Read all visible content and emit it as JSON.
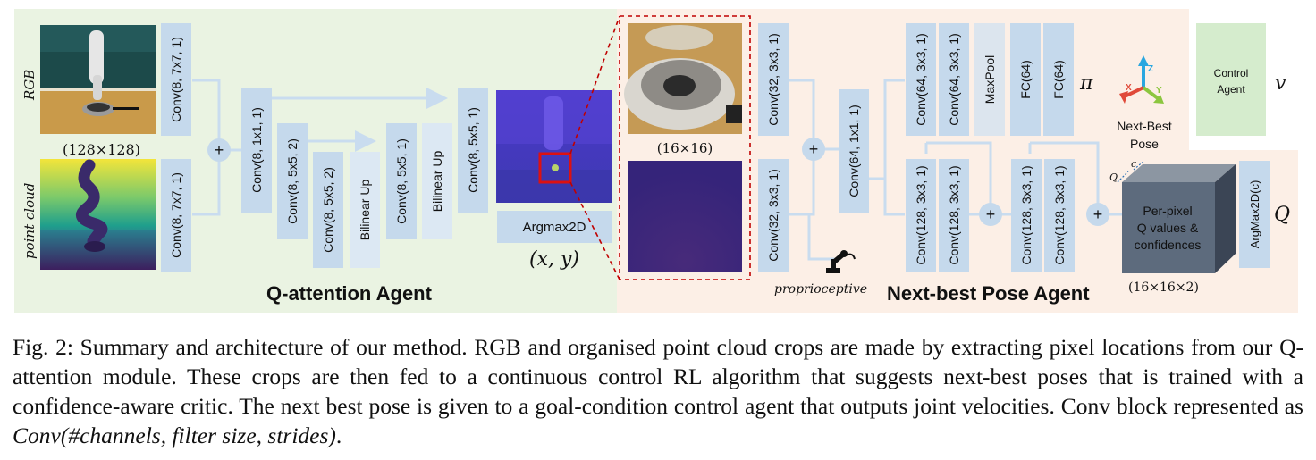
{
  "diagram": {
    "inputs": {
      "rgb_label": "RGB",
      "point_cloud_label": "point cloud",
      "input_size": "(128×128)"
    },
    "q_attention": {
      "title": "Q-attention Agent",
      "blocks": {
        "conv_rgb": "Conv(8, 7x7, 1)",
        "conv_pc": "Conv(8, 7x7, 1)",
        "conv_1x1": "Conv(8, 1x1, 1)",
        "conv_down1": "Conv(8, 5x5, 2)",
        "conv_down2": "Conv(8, 5x5, 2)",
        "bilinear_up1": "Bilinear Up",
        "conv_mid": "Conv(8, 5x5, 1)",
        "bilinear_up2": "Bilinear Up",
        "conv_out": "Conv(8, 5x5, 1)"
      },
      "argmax_label": "Argmax2D",
      "argmax_output": "(x, y)"
    },
    "crop_size": "(16×16)",
    "next_best_pose": {
      "title": "Next-best Pose Agent",
      "proprioceptive_label": "proprioceptive",
      "blocks": {
        "conv_rgb_crop": "Conv(32, 3x3, 1)",
        "conv_pc_crop": "Conv(32, 3x3, 1)",
        "conv_merge": "Conv(64, 1x1, 1)",
        "actor_conv1": "Conv(64, 3x3, 1)",
        "actor_conv2": "Conv(64, 3x3, 1)",
        "maxpool": "MaxPool",
        "fc1": "FC(64)",
        "fc2": "FC(64)",
        "critic_conv1": "Conv(128, 3x3, 1)",
        "critic_conv2": "Conv(128, 3x3, 1)",
        "critic_conv3": "Conv(128, 3x3, 1)",
        "critic_conv4": "Conv(128, 3x3, 1)"
      },
      "pi_symbol": "π",
      "pose_label_line1": "Next-Best",
      "pose_label_line2": "Pose",
      "axis_labels": {
        "x": "X",
        "y": "Y",
        "z": "Z"
      },
      "cube_text": [
        "Per-pixel",
        "Q values &",
        "confidences"
      ],
      "cube_size": "(16×16×2)",
      "cube_axis_q": "Q",
      "cube_axis_c": "c",
      "argmax_c": "ArgMax2D(c)",
      "q_symbol": "Q"
    },
    "control_agent": {
      "line1": "Control",
      "line2": "Agent",
      "v_symbol": "v"
    },
    "plus_symbol": "+",
    "colors": {
      "q_attention_bg": "#eaf3e2",
      "nbp_bg": "#fcefe6",
      "block_fill": "#c5d9ec",
      "block_dark": "#b7c8db",
      "cube_front": "#5d6b7d",
      "control_fill": "#d5eccd",
      "crop_border": "#c00000"
    }
  },
  "caption": {
    "prefix": "Fig. 2: Summary and architecture of our method. RGB and organised point cloud crops are made by extracting pixel locations from our Q-attention module. These crops are then fed to a continuous control RL algorithm that suggests next-best poses that is trained with a confidence-aware critic. The next best pose is given to a goal-condition control agent that outputs joint velocities. Conv block represented as ",
    "italic": "Conv(#channels, filter size, strides)",
    "suffix": "."
  }
}
